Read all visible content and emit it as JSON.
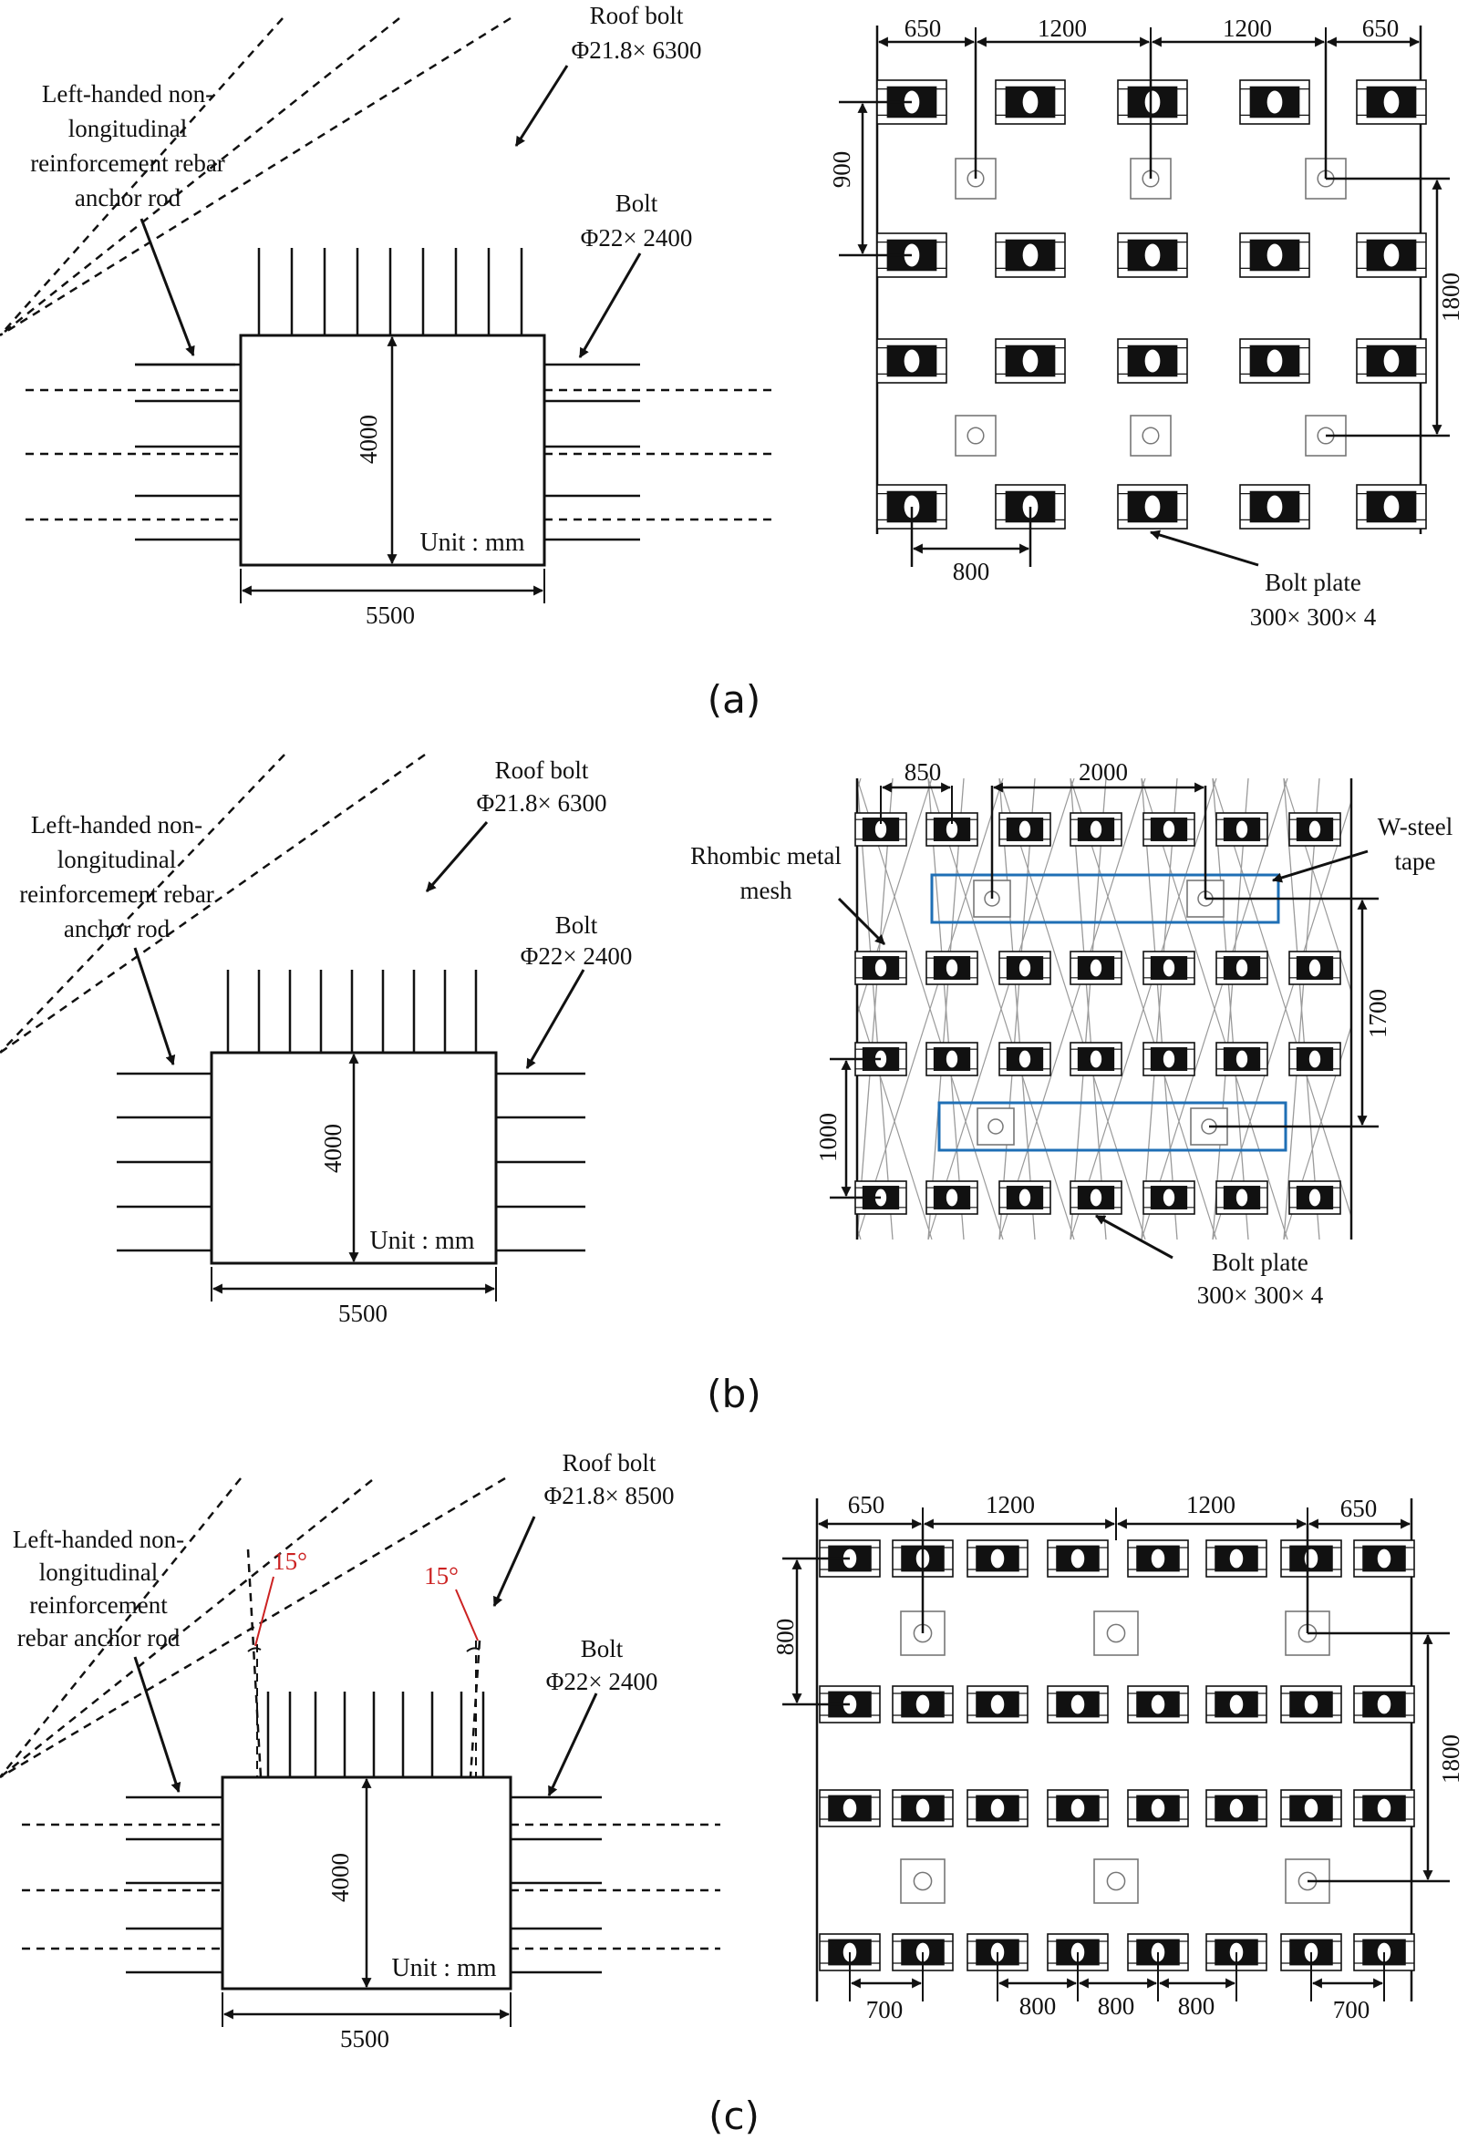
{
  "panels": [
    {
      "caption": "(a)",
      "section": {
        "left_anchor_label": [
          "Left-handed non-",
          "longitudinal",
          "reinforcement rebar",
          "anchor rod"
        ],
        "roof_bolt_label": [
          "Roof bolt",
          "Φ21.8× 6300"
        ],
        "bolt_label": [
          "Bolt",
          "Φ22× 2400"
        ],
        "height": "4000",
        "width": "5500",
        "unit": "Unit : mm"
      },
      "plan": {
        "top_dims": [
          "650",
          "1200",
          "1200",
          "650"
        ],
        "left_dim": "900",
        "right_dim": "1800",
        "bottom_dims": [
          "800"
        ],
        "plate_label": [
          "Bolt plate",
          "300× 300× 4"
        ]
      }
    },
    {
      "caption": "(b)",
      "section": {
        "left_anchor_label": [
          "Left-handed non-",
          "longitudinal",
          "reinforcement rebar",
          "anchor rod"
        ],
        "roof_bolt_label": [
          "Roof bolt",
          "Φ21.8× 6300"
        ],
        "bolt_label": [
          "Bolt",
          "Φ22× 2400"
        ],
        "height": "4000",
        "width": "5500",
        "unit": "Unit : mm"
      },
      "plan": {
        "top_dims": [
          "850",
          "2000"
        ],
        "left_dim": "1000",
        "right_dim": "1700",
        "mesh_label": [
          "Rhombic metal",
          "mesh"
        ],
        "tape_label": [
          "W-steel",
          "tape"
        ],
        "plate_label": [
          "Bolt plate",
          "300× 300× 4"
        ]
      }
    },
    {
      "caption": "(c)",
      "section": {
        "left_anchor_label": [
          "Left-handed non-",
          "longitudinal",
          "reinforcement",
          "rebar anchor rod"
        ],
        "roof_bolt_label": [
          "Roof bolt",
          "Φ21.8× 8500"
        ],
        "bolt_label": [
          "Bolt",
          "Φ22× 2400"
        ],
        "angle_left": "15°",
        "angle_right": "15°",
        "height": "4000",
        "width": "5500",
        "unit": "Unit : mm"
      },
      "plan": {
        "top_dims": [
          "650",
          "1200",
          "1200",
          "650"
        ],
        "left_dim": "800",
        "right_dim": "1800",
        "bottom_dims": [
          "700",
          "800",
          "800",
          "800",
          "700"
        ]
      }
    }
  ],
  "colors": {
    "ink": "#111111",
    "tape": "#1f6fb5",
    "angle": "#cc2222",
    "mesh": "#9a9a9a",
    "plate": "#777777"
  }
}
